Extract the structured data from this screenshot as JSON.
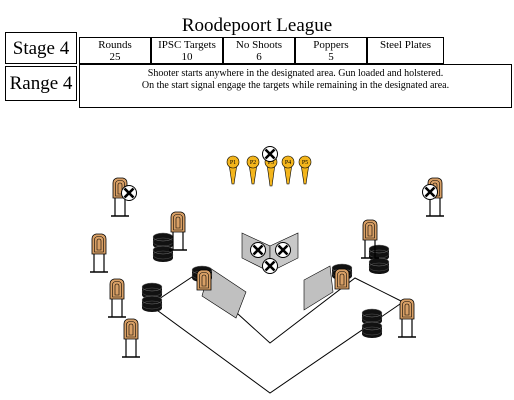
{
  "header": {
    "league": "Roodepoort League",
    "stage": "Stage 4",
    "range": "Range 4"
  },
  "stats": [
    {
      "label": "Rounds",
      "value": "25"
    },
    {
      "label": "IPSC Targets",
      "value": "10"
    },
    {
      "label": "No Shoots",
      "value": "6"
    },
    {
      "label": "Poppers",
      "value": "5"
    },
    {
      "label": "Steel Plates",
      "value": ""
    }
  ],
  "description": {
    "line1": "Shooter starts anywhere in the designated area.  Gun loaded and holstered.",
    "line2": "On the start signal engage the targets while remaining in the designated area."
  },
  "poppers": [
    "P1",
    "P2",
    "P3",
    "P4",
    "P5"
  ],
  "colors": {
    "popper": "#f3b51c",
    "target": "#d9a066",
    "barrel": "#111111",
    "wall": "#c0c0c0"
  }
}
